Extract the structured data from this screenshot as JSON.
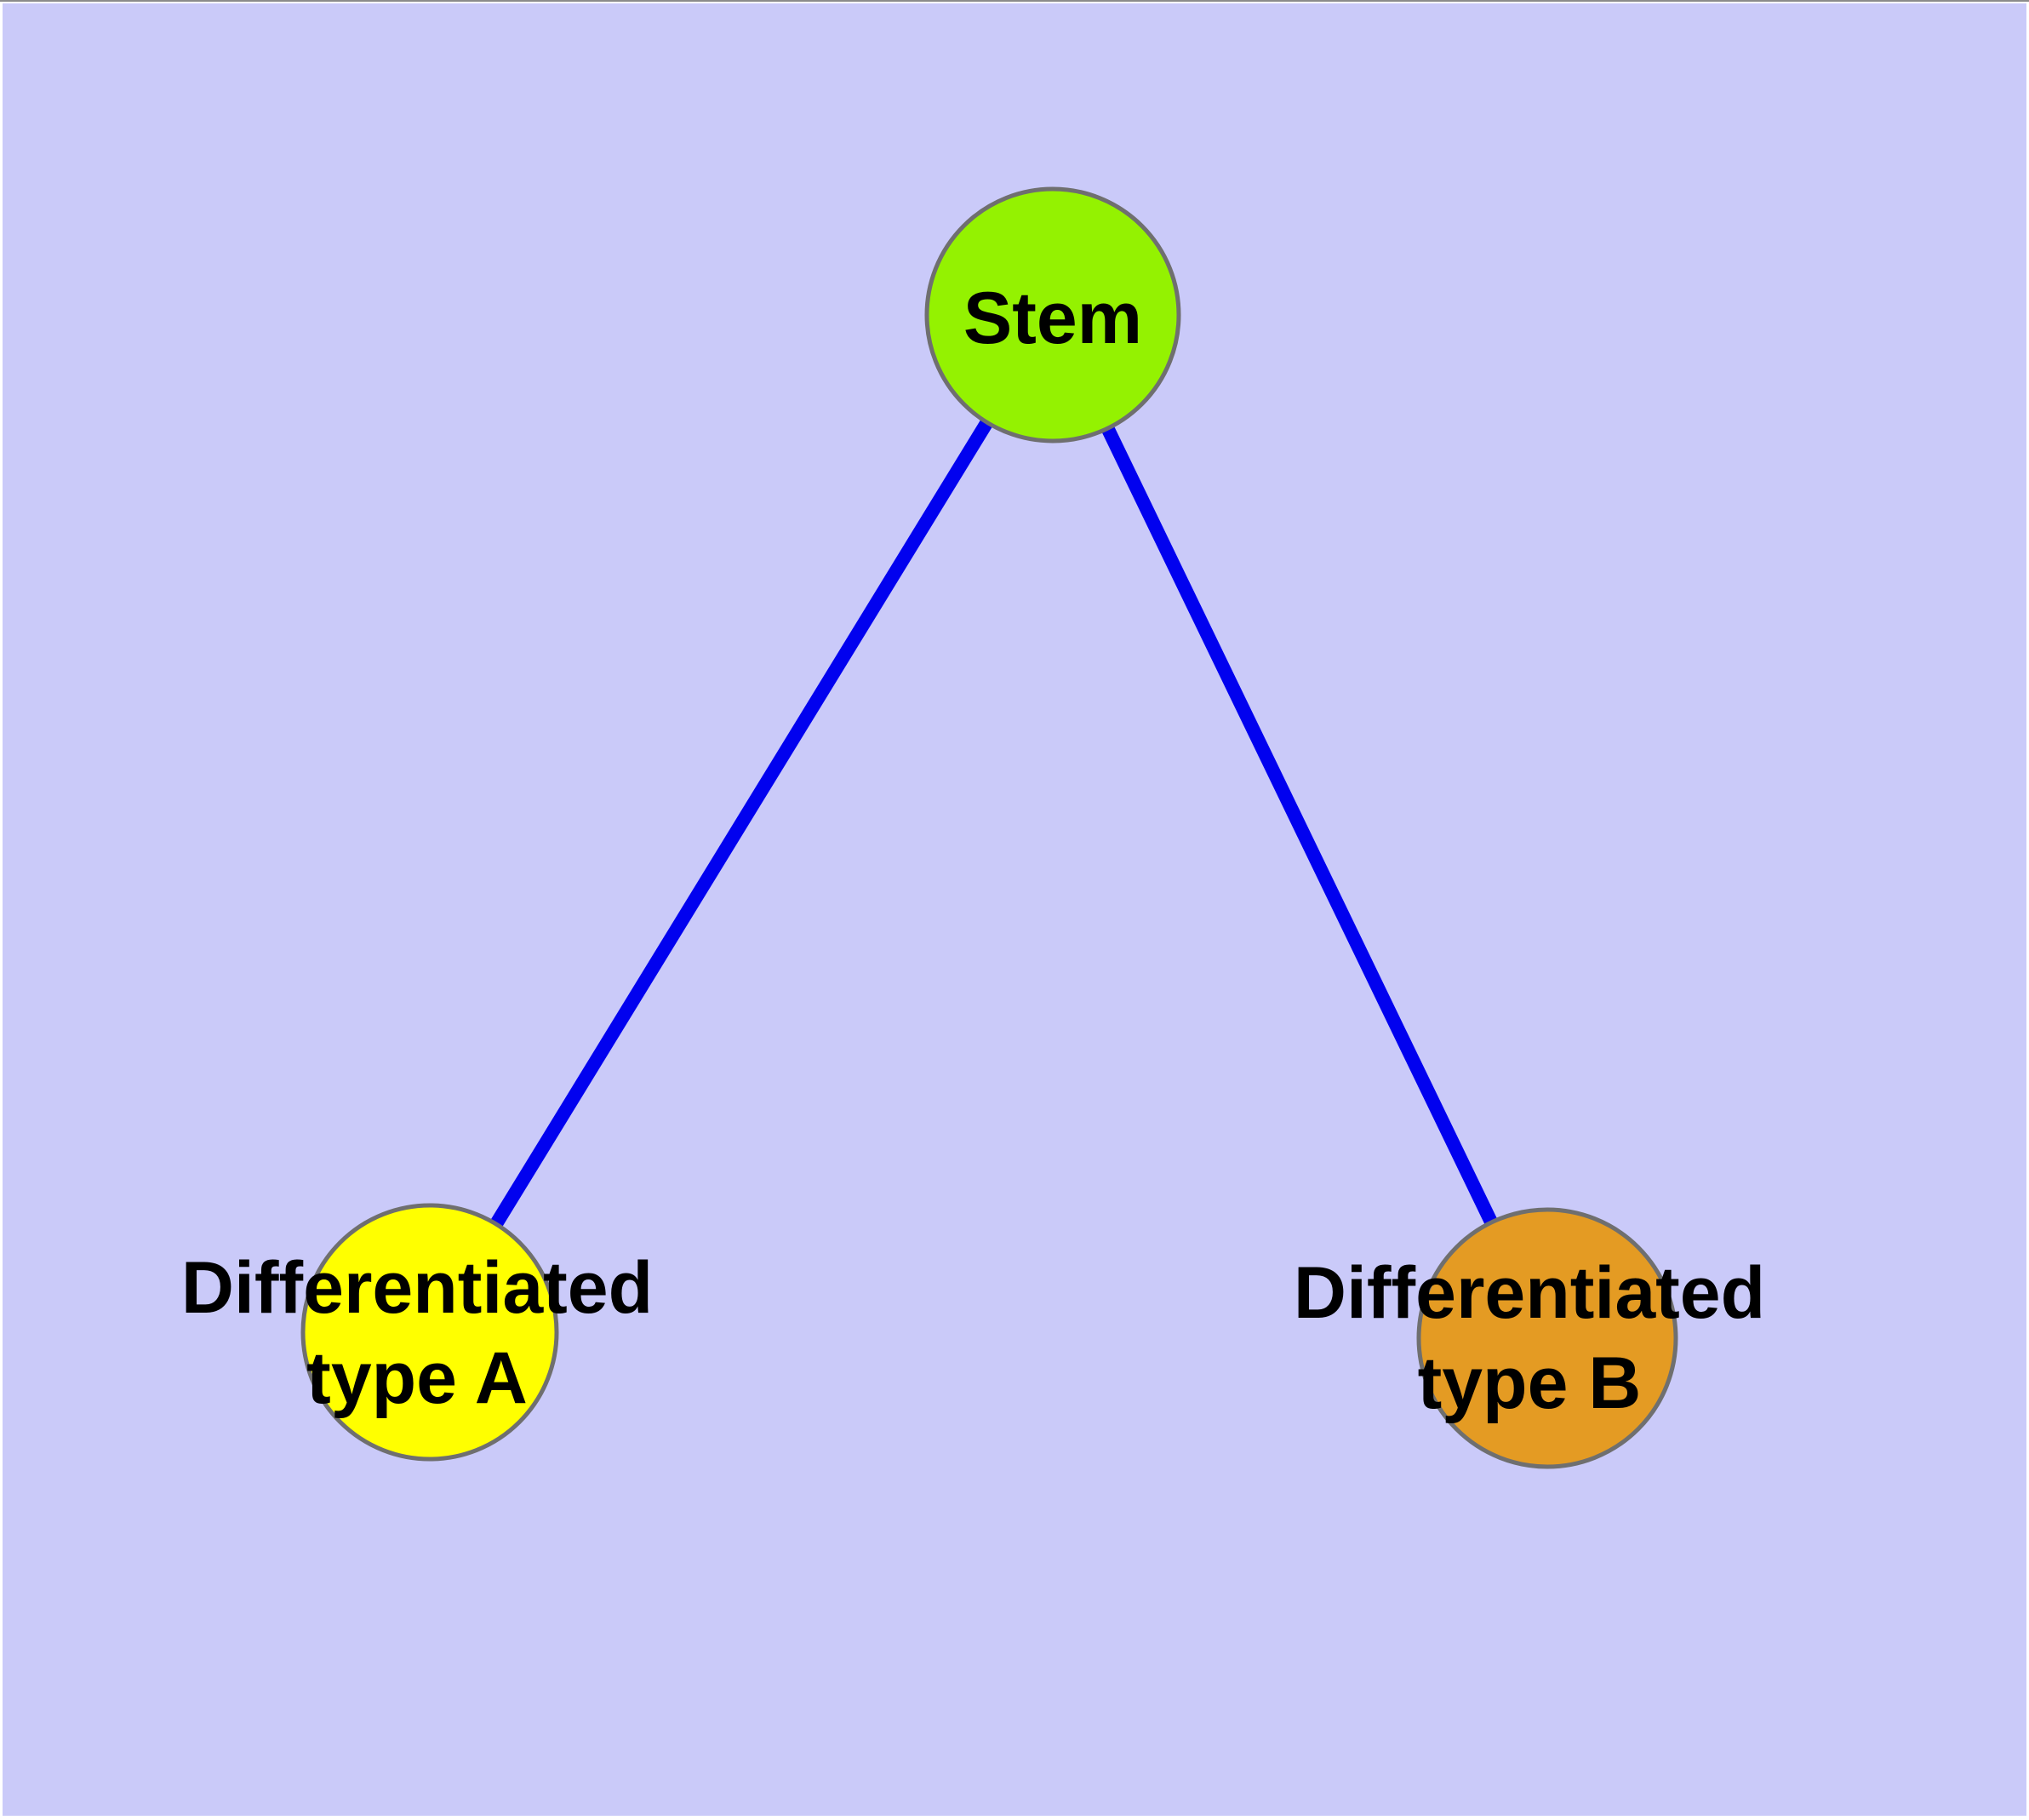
{
  "diagram": {
    "background_color": "#CACAF9",
    "page_margin_color": "#FFFFFF",
    "top_edge_line_color": "#8B8B8B",
    "edge_color": "#0101EF",
    "node_border_color": "#6F6F6F",
    "label_color": "#000000",
    "nodes": [
      {
        "id": "stem",
        "lines": [
          "Stem"
        ],
        "fill": "#94F201"
      },
      {
        "id": "diff-a",
        "lines": [
          "Differentiated",
          "type A"
        ],
        "fill": "#FFFF00"
      },
      {
        "id": "diff-b",
        "lines": [
          "Differentiated",
          "type B"
        ],
        "fill": "#E49B23"
      }
    ],
    "edges": [
      {
        "from": "stem",
        "to": "diff-a"
      },
      {
        "from": "stem",
        "to": "diff-b"
      }
    ]
  }
}
